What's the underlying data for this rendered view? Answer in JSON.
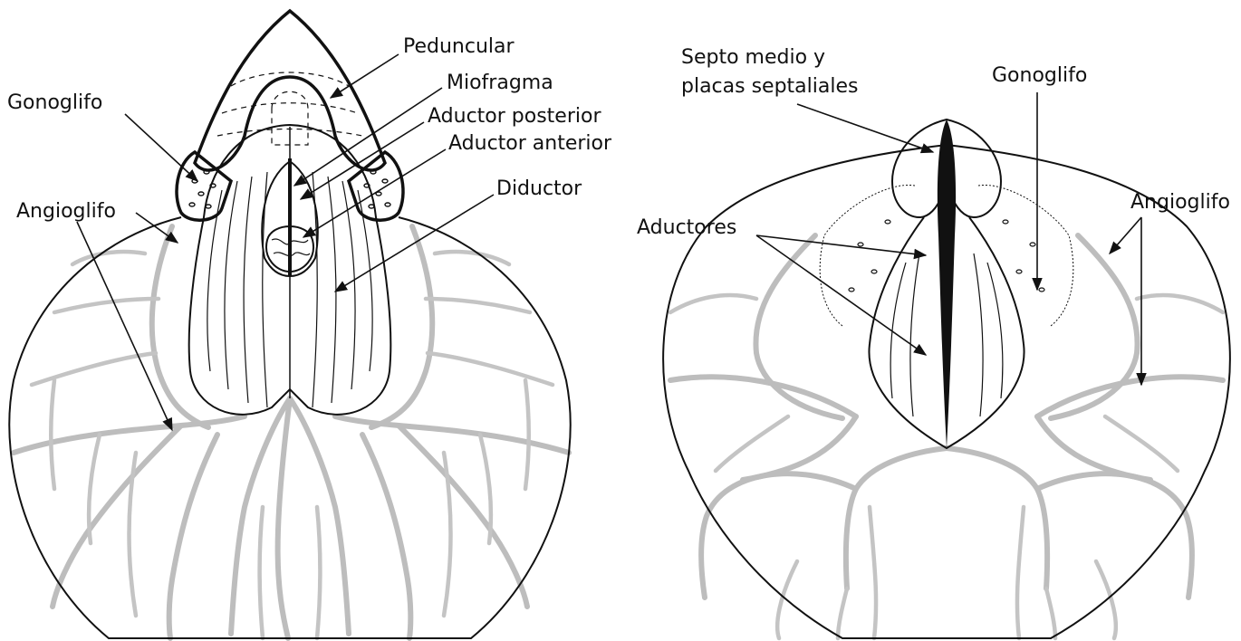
{
  "left_valve": {
    "labels": {
      "peduncular": "Peduncular",
      "miofragma": "Miofragma",
      "aductor_posterior": "Aductor posterior",
      "aductor_anterior": "Aductor anterior",
      "diductor": "Diductor",
      "gonoglifo": "Gonoglifo",
      "angioglifo": "Angioglifo"
    }
  },
  "right_valve": {
    "labels": {
      "septo_line1": "Septo medio y",
      "septo_line2": "placas septaliales",
      "gonoglifo": "Gonoglifo",
      "angioglifo": "Angioglifo",
      "aductores": "Aductores"
    }
  },
  "colors": {
    "outline": "#111111",
    "vascular_canals": "#bdbdbd",
    "background": "#ffffff"
  }
}
